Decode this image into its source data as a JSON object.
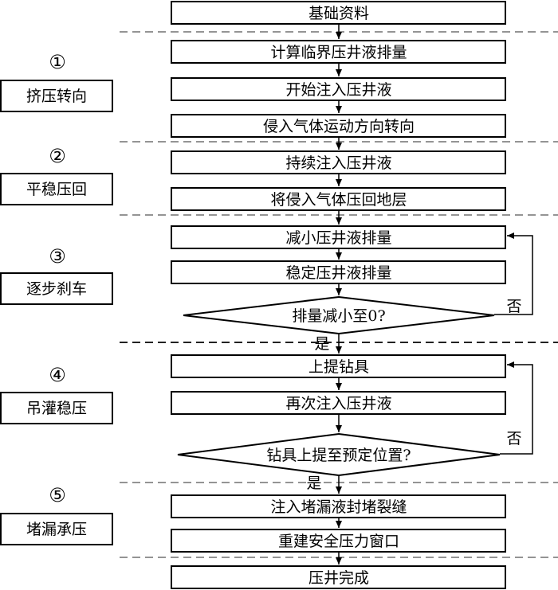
{
  "steps": {
    "s0": "基础资料",
    "s1": "计算临界压井液排量",
    "s2": "开始注入压井液",
    "s3": "侵入气体运动方向转向",
    "s4": "持续注入压井液",
    "s5": "将侵入气体压回地层",
    "s6": "减小压井液排量",
    "s7": "稳定压井液排量",
    "d1": "排量减小至0?",
    "s8": "上提钻具",
    "s9": "再次注入压井液",
    "d2": "钻具上提至预定位置?",
    "s10": "注入堵漏液封堵裂缝",
    "s11": "重建安全压力窗口",
    "s12": "压井完成"
  },
  "branches": {
    "yes": "是",
    "no": "否"
  },
  "phases": [
    {
      "number": "①",
      "label": "挤压转向"
    },
    {
      "number": "②",
      "label": "平稳压回"
    },
    {
      "number": "③",
      "label": "逐步刹车"
    },
    {
      "number": "④",
      "label": "吊灌稳压"
    },
    {
      "number": "⑤",
      "label": "堵漏承压"
    }
  ]
}
